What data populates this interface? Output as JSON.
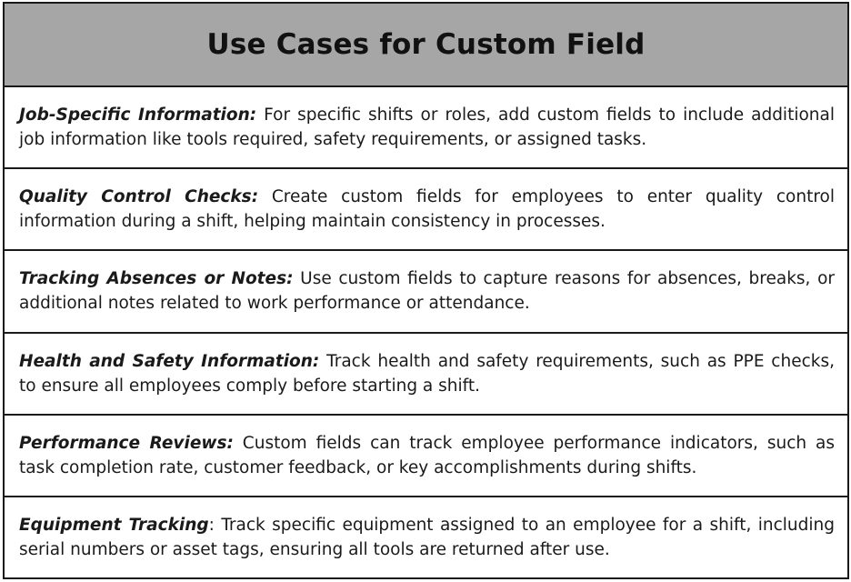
{
  "title": "Use Cases for Custom Field",
  "rows": [
    {
      "term": "Job-Specific Information:",
      "desc": " For specific shifts or roles, add custom fields to include additional job information like tools required, safety requirements, or assigned tasks."
    },
    {
      "term": "Quality Control Checks:",
      "desc": " Create custom fields for employees to enter quality control information during a shift, helping maintain consistency in processes."
    },
    {
      "term": "Tracking Absences or Notes:",
      "desc": " Use custom fields to capture reasons for absences, breaks, or additional notes related to work performance or attendance."
    },
    {
      "term": "Health and Safety Information:",
      "desc": " Track health and safety requirements, such as PPE checks, to ensure all employees comply before starting a shift."
    },
    {
      "term": "Performance Reviews:",
      "desc": " Custom fields can track employee performance indicators, such as task completion rate, customer feedback, or key accomplishments during shifts."
    },
    {
      "term": "Equipment Tracking",
      "desc": ": Track specific equipment assigned to an employee for a shift, including serial numbers or asset tags, ensuring all tools are returned after use."
    }
  ]
}
